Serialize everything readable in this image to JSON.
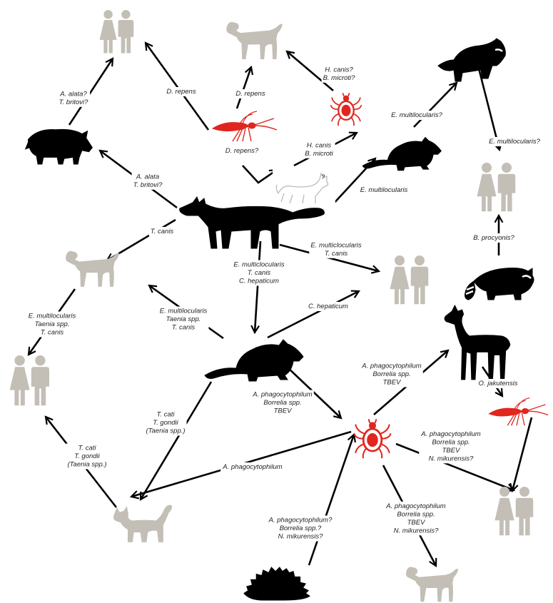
{
  "colors": {
    "black_node": "#000000",
    "grey_node": "#c3bfb6",
    "red_node": "#e0261f",
    "sketch_node": "#bbbbbb",
    "edge": "#000000",
    "label": "#222222"
  },
  "nodes": {
    "humans_top_left": {
      "icon": "humans-icon",
      "tone": "grey"
    },
    "dog_top": {
      "icon": "dog-icon",
      "tone": "grey"
    },
    "raccoon_dog": {
      "icon": "raccoon-dog-icon",
      "tone": "black"
    },
    "boar": {
      "icon": "wild-boar-icon",
      "tone": "black"
    },
    "mosquito_top": {
      "icon": "mosquito-icon",
      "tone": "red"
    },
    "tick_top": {
      "icon": "tick-icon",
      "tone": "red"
    },
    "rodent_top": {
      "icon": "rodent-icon",
      "tone": "black"
    },
    "jackal_sketch": {
      "icon": "jackal-sketch-icon",
      "tone": "sketch",
      "question": "?"
    },
    "humans_right": {
      "icon": "humans-icon",
      "tone": "grey"
    },
    "fox": {
      "icon": "fox-icon",
      "tone": "black"
    },
    "dog_left": {
      "icon": "dog-icon",
      "tone": "grey"
    },
    "humans_center": {
      "icon": "humans-icon",
      "tone": "grey"
    },
    "raccoon": {
      "icon": "raccoon-icon",
      "tone": "black"
    },
    "humans_left": {
      "icon": "humans-icon",
      "tone": "grey"
    },
    "rodent_center": {
      "icon": "rodent-icon",
      "tone": "black"
    },
    "deer": {
      "icon": "deer-icon",
      "tone": "black"
    },
    "mosquito_right": {
      "icon": "mosquito-icon",
      "tone": "red"
    },
    "tick_center": {
      "icon": "tick-icon",
      "tone": "red"
    },
    "cat": {
      "icon": "cat-icon",
      "tone": "grey"
    },
    "humans_bottom_right": {
      "icon": "humans-icon",
      "tone": "grey"
    },
    "hedgehog": {
      "icon": "hedgehog-icon",
      "tone": "black"
    },
    "dog_bottom": {
      "icon": "dog-icon",
      "tone": "grey"
    }
  },
  "edges": [
    {
      "from": "boar",
      "to": "humans_top_left",
      "label": [
        "A. alata?",
        "T. britovi?"
      ]
    },
    {
      "from": "mosquito_top",
      "to": "humans_top_left",
      "label": [
        "D. repens"
      ]
    },
    {
      "from": "mosquito_top",
      "to": "dog_top",
      "label": [
        "D. repens"
      ]
    },
    {
      "from": "fox",
      "to": "mosquito_top",
      "label": [
        "D. repens?"
      ]
    },
    {
      "from": "tick_top",
      "to": "dog_top",
      "label": [
        "H. canis?",
        "B. microti?"
      ]
    },
    {
      "from": "jackal_sketch",
      "to": "tick_top",
      "label": [
        "H. canis",
        "B. microti"
      ]
    },
    {
      "from": "fox",
      "to": "boar",
      "label": [
        "A. alata",
        "T. britovi?"
      ]
    },
    {
      "from": "rodent_top",
      "to": "raccoon_dog",
      "label": [
        "E. multilocularis?"
      ]
    },
    {
      "from": "raccoon_dog",
      "to": "humans_right",
      "label": [
        "E. multilocularis?"
      ]
    },
    {
      "from": "fox",
      "to": "rodent_top",
      "label": [
        "E. multilocularis"
      ]
    },
    {
      "from": "raccoon",
      "to": "humans_right",
      "label": [
        "B. procyonis?"
      ]
    },
    {
      "from": "fox",
      "to": "dog_left",
      "label": [
        "T. canis"
      ]
    },
    {
      "from": "fox",
      "to": "humans_center",
      "label": [
        "E. multiclocularis",
        "T. canis"
      ]
    },
    {
      "from": "fox",
      "to": "rodent_center",
      "label": [
        "E. multiclocularis",
        "T. canis",
        "C. hepaticum"
      ]
    },
    {
      "from": "rodent_center",
      "to": "humans_center",
      "label": [
        "C. hepaticum"
      ]
    },
    {
      "from": "rodent_center",
      "to": "dog_left",
      "label": [
        "E. multilocularis",
        "Taenia spp.",
        "T. canis"
      ]
    },
    {
      "from": "dog_left",
      "to": "humans_left",
      "label": [
        "E. multilocularis",
        "Taenia spp.",
        "T. canis"
      ]
    },
    {
      "from": "rodent_center",
      "to": "tick_center",
      "label": [
        "A. phagocytophilum",
        "Borrelia spp.",
        "TBEV"
      ]
    },
    {
      "from": "tick_center",
      "to": "deer",
      "label": [
        "A. phagocytophilum",
        "Borrelia spp.",
        "TBEV"
      ]
    },
    {
      "from": "deer",
      "to": "mosquito_right",
      "label": [
        "O. jakutensis"
      ]
    },
    {
      "from": "mosquito_right",
      "to": "humans_bottom_right",
      "label": []
    },
    {
      "from": "tick_center",
      "to": "humans_bottom_right",
      "label": [
        "A. phagocytophilum",
        "Borrelia spp.",
        "TBEV",
        "N. mikurensis?"
      ]
    },
    {
      "from": "tick_center",
      "to": "dog_bottom",
      "label": [
        "A. phagocytophilum",
        "Borrelia spp.",
        "TBEV",
        "N. mikurensis?"
      ]
    },
    {
      "from": "hedgehog",
      "to": "tick_center",
      "label": [
        "A. phagocytophilum?",
        "Borrelia spp.?",
        "N. mikurensis?"
      ]
    },
    {
      "from": "tick_center",
      "to": "cat",
      "label": [
        "A. phagocytophilum"
      ]
    },
    {
      "from": "cat",
      "to": "humans_left",
      "label": [
        "T. cati",
        "T. gondii",
        "(Taenia spp.)"
      ]
    },
    {
      "from": "rodent_center",
      "to": "cat",
      "label": [
        "T. cati",
        "T. gondii",
        "(Taenia spp.)"
      ]
    }
  ]
}
